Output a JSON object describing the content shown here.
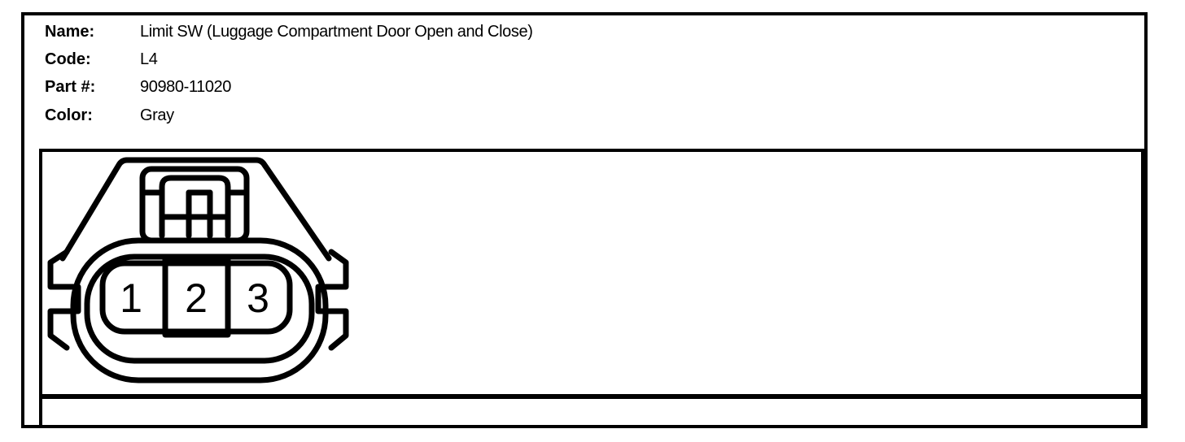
{
  "header": {
    "fields": [
      {
        "label": "Name:",
        "value": "Limit SW (Luggage Compartment Door Open and Close)"
      },
      {
        "label": "Code:",
        "value": "L4"
      },
      {
        "label": "Part #:",
        "value": "90980-11020"
      },
      {
        "label": "Color:",
        "value": "Gray"
      }
    ]
  },
  "connector": {
    "type": "connector-face-view-line-drawing",
    "pin_count": 3,
    "pins": [
      "1",
      "2",
      "3"
    ]
  },
  "colors": {
    "ink": "#000000",
    "paper": "#ffffff"
  }
}
